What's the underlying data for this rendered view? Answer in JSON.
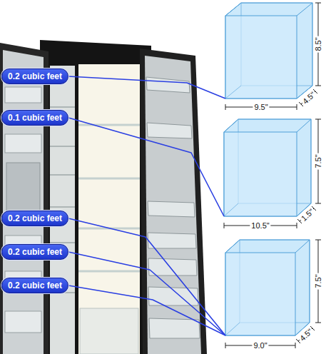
{
  "diagram": {
    "nodes": [
      {
        "text": [
          "0.2 cubic feet"
        ]
      },
      {
        "text": [
          "0.1 cubic feet"
        ]
      },
      {
        "text": [
          "0.2 cubic feet"
        ]
      },
      {
        "text": [
          "0.2 cubic feet"
        ]
      },
      {
        "text": [
          "0.2 cubic feet"
        ]
      }
    ],
    "labels": [
      "8.5\"",
      "4.5\"",
      "9.5\"",
      "7.5\"",
      "1.5\"",
      "10.5\"",
      "7.5\"",
      "4.5\"",
      "9.0\""
    ]
  }
}
